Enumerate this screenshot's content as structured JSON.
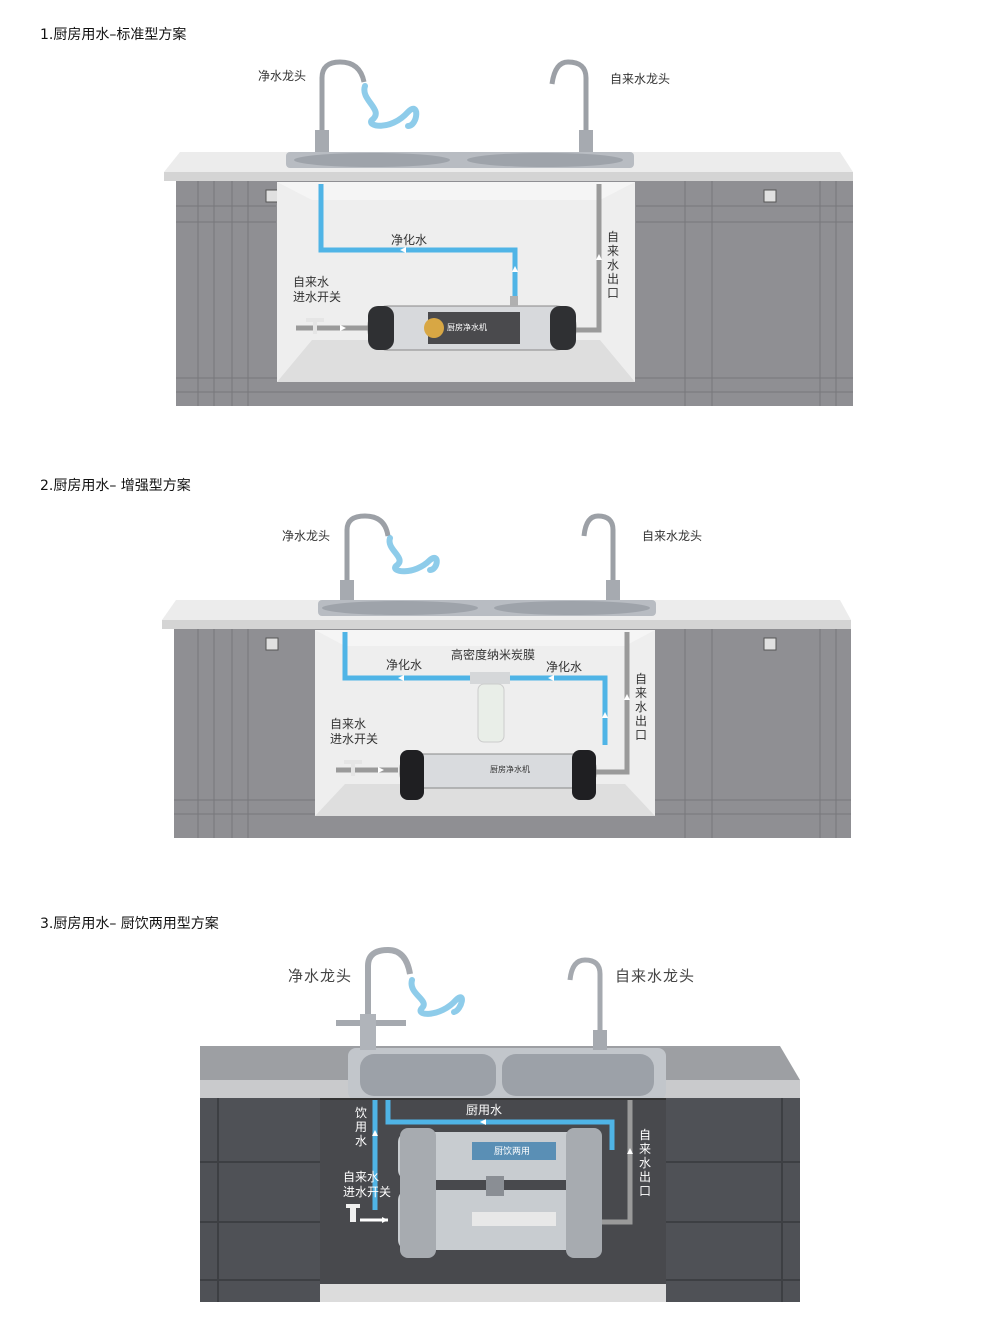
{
  "sections": [
    {
      "title": "1.厨房用水–标准型方案",
      "labels": {
        "pure_faucet": "净水龙头",
        "tap_faucet": "自来水龙头",
        "purified_water": "净化水",
        "inlet_switch_1": "自来水",
        "inlet_switch_2": "进水开关",
        "tap_outlet": "自来水出口",
        "product_label": "厨房净水机"
      }
    },
    {
      "title": "2.厨房用水– 增强型方案",
      "labels": {
        "pure_faucet": "净水龙头",
        "tap_faucet": "自来水龙头",
        "purified_water_left": "净化水",
        "purified_water_right": "净化水",
        "membrane": "高密度纳米炭膜",
        "inlet_switch_1": "自来水",
        "inlet_switch_2": "进水开关",
        "tap_outlet": "自来水出口",
        "product_label": "厨房净水机"
      }
    },
    {
      "title": "3.厨房用水– 厨饮两用型方案",
      "labels": {
        "pure_faucet": "净水龙头",
        "tap_faucet": "自来水龙头",
        "drinking_water": "饮用水",
        "kitchen_water": "厨用水",
        "inlet_switch_1": "自来水",
        "inlet_switch_2": "进水开关",
        "tap_outlet": "自来水出口",
        "product_label": "厨饮两用"
      }
    }
  ],
  "colors": {
    "pure_pipe": "#4fb4e6",
    "tap_pipe": "#9a9a9a",
    "cabinet": "#8e8e92",
    "cabinet_dark": "#55575c",
    "counter": "#e6e6e6"
  }
}
